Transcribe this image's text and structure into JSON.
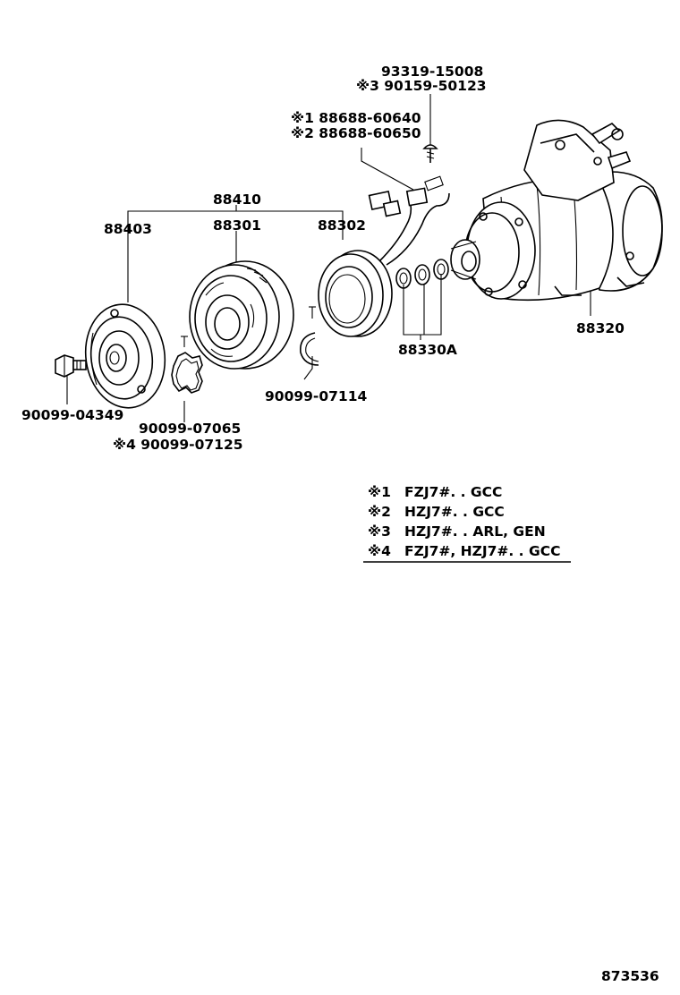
{
  "colors": {
    "ink": "#000000",
    "paper": "#ffffff"
  },
  "labels": {
    "p93319": "93319-15008",
    "p90159": "※3 90159-50123",
    "p88688a": "※1 88688-60640",
    "p88688b": "※2 88688-60650",
    "p88410": "88410",
    "p88403": "88403",
    "p88301": "88301",
    "p88302": "88302",
    "p88320": "88320",
    "p88330a": "88330A",
    "p90099_04349": "90099-04349",
    "p90099_07114": "90099-07114",
    "p90099_07065": "90099-07065",
    "p90099_07125": "※4 90099-07125"
  },
  "notes": [
    {
      "mark": "※1",
      "text": "FZJ7#. . GCC"
    },
    {
      "mark": "※2",
      "text": "HZJ7#. . GCC"
    },
    {
      "mark": "※3",
      "text": "HZJ7#. . ARL, GEN"
    },
    {
      "mark": "※4",
      "text": "FZJ7#, HZJ7#. . GCC"
    }
  ],
  "figure_number": "873536"
}
